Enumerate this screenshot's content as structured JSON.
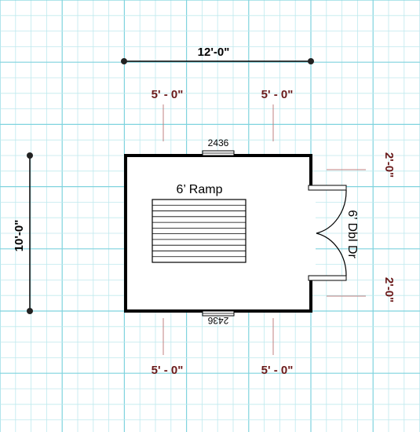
{
  "colors": {
    "grid_minor": "#bfe9ee",
    "grid_major": "#7fd3de",
    "wall": "#000000",
    "dimension_text": "#6b1a1a",
    "guide_line": "#c08080"
  },
  "dimensions": {
    "overall_width": "12'-0\"",
    "overall_height": "10'-0\"",
    "top_left": "5' - 0\"",
    "top_right": "5' - 0\"",
    "bottom_left": "5' - 0\"",
    "bottom_right": "5' - 0\"",
    "right_top": "2'-0\"",
    "right_bottom": "2'-0\""
  },
  "labels": {
    "ramp": "6’ Ramp",
    "door": "6’ Dbl Dr",
    "window_top": "2436",
    "window_bottom": "2436"
  },
  "ramp": {
    "step_lines": 11
  }
}
